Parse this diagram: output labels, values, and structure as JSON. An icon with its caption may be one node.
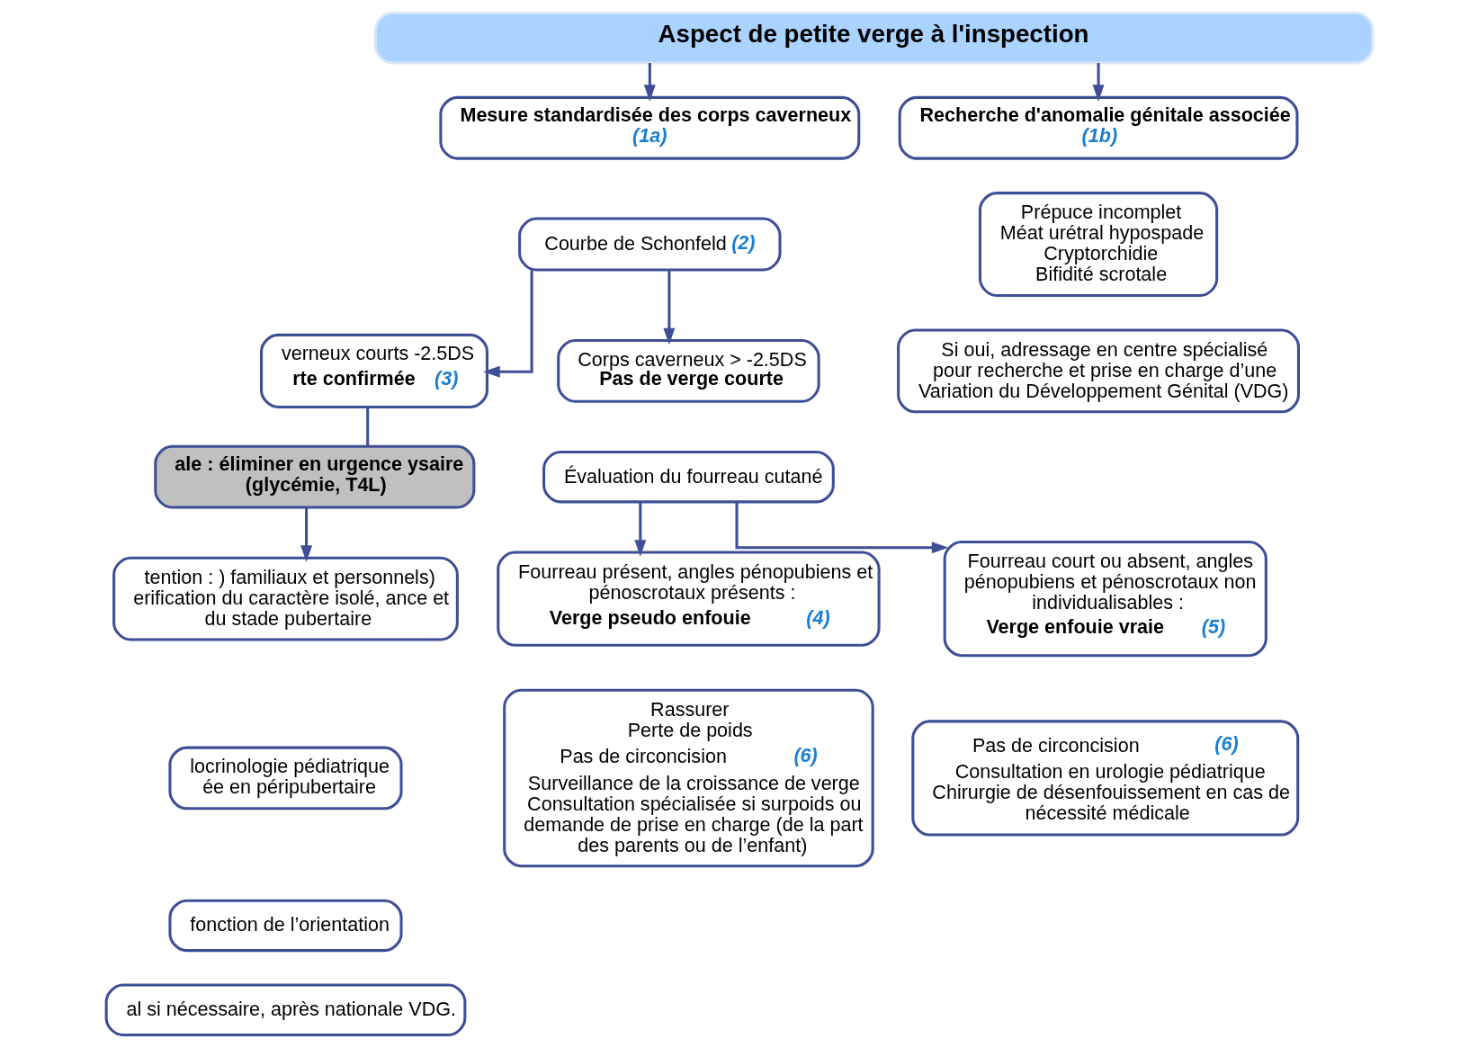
{
  "diagram": {
    "nodes": [
      {
        "text": [
          "Aspect de petite verge à l'inspection"
        ]
      },
      {
        "text": [
          "**Mesure standardisée des corps caverneux** *(1a)*"
        ]
      },
      {
        "text": [
          "Courbe de Schonfeld *(2)*"
        ]
      },
      {
        "text": [
          "verneux courts -2.5DS",
          "**rte confirmée** *(3)*"
        ]
      },
      {
        "text": [
          "ale : éliminer en urgence ysaire (glycémie, T4L)"
        ]
      },
      {
        "text": [
          "tention : ) familiaux et personnels) erification du caractère isolé, ance et du stade pubertaire"
        ]
      },
      {
        "text": [
          "locrinologie pédiatrique",
          "ée en péripubertaire"
        ]
      },
      {
        "text": [
          "fonction de l’orientation"
        ]
      },
      {
        "text": [
          "al si nécessaire, après nationale VDG."
        ]
      },
      {
        "text": [
          "Corps caverneux > -2.5DS",
          "**Pas de verge courte**"
        ]
      },
      {
        "text": [
          "Évaluation du fourreau cutané"
        ]
      },
      {
        "text": [
          "Fourreau présent, angles pénopubiens et pénoscrotaux présents :",
          "**Verge pseudo enfouie** *(4)*"
        ]
      },
      {
        "text": [
          "Fourreau court ou absent, angles pénopubiens et pénoscrotaux non individualisables :",
          "**Verge enfouie vraie** *(5)*"
        ]
      },
      {
        "text": [
          "Rassurer",
          "Perte de poids",
          "Pas de circoncision *(6)*",
          "Surveillance de la croissance de verge",
          "Consultation spécialisée si surpoids ou demande de prise en charge (de la part des parents ou de l’enfant)"
        ]
      },
      {
        "text": [
          "Pas de circoncision *(6)*",
          "Consultation en urologie pédiatrique",
          "Chirurgie de désenfouissement en cas de nécessité médicale"
        ]
      },
      {
        "text": [
          "**Recherche d'anomalie génitale associée** *(1b)*"
        ]
      },
      {
        "text": [
          "Prépuce incomplet",
          "Méat urétral hypospade",
          "Cryptorchidie",
          "Bifidité scrotale"
        ]
      },
      {
        "text": [
          "Si oui, adressage en centre spécialisé pour recherche et prise en charge d’une Variation du Développement Génital (VDG)"
        ]
      }
    ],
    "edges": [
      {
        "from": 0,
        "to": 1,
        "arrow": "to"
      },
      {
        "from": 0,
        "to": 15,
        "arrow": "to"
      },
      {
        "from": 2,
        "to": 3,
        "arrow": "to"
      },
      {
        "from": 2,
        "to": 9,
        "arrow": "to"
      },
      {
        "from": 3,
        "to": 4,
        "arrow": "none"
      },
      {
        "from": 4,
        "to": 5,
        "arrow": "to"
      },
      {
        "from": 10,
        "to": 11,
        "arrow": "to"
      },
      {
        "from": 10,
        "to": 12,
        "arrow": "to"
      }
    ]
  }
}
